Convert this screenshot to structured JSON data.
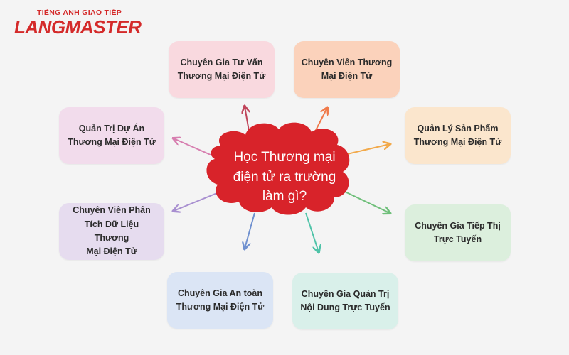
{
  "brand": {
    "tagline": "TIẾNG ANH GIAO TIẾP",
    "name": "LANGMASTER",
    "color": "#d42a2a"
  },
  "center": {
    "text": "Học Thương mại\nđiện tử ra trường\nlàm gì?",
    "color": "#d8232a"
  },
  "careers": [
    {
      "label": "Chuyên Gia Tư Vấn\nThương Mại Điện Tử",
      "color": "#f9d9df",
      "arrow_color": "#c0445a"
    },
    {
      "label": "Chuyên Viên Thương\nMại Điện Tử",
      "color": "#fbd2bb",
      "arrow_color": "#f07a4a"
    },
    {
      "label": "Quản Trị Dự Án\nThương Mại Điện Tử",
      "color": "#f2dcec",
      "arrow_color": "#d77fb0"
    },
    {
      "label": "Quản Lý Sản Phẩm\nThương Mại Điện Tử",
      "color": "#fbe6cd",
      "arrow_color": "#f2a94a"
    },
    {
      "label": "Chuyên Viên Phân\nTích Dữ Liệu Thương\nMại Điện Tử",
      "color": "#e6dcef",
      "arrow_color": "#a88fd0"
    },
    {
      "label": "Chuyên Gia Tiếp Thị\nTrực Tuyến",
      "color": "#dcefdd",
      "arrow_color": "#6fbf7a"
    },
    {
      "label": "Chuyên Gia An toàn\nThương Mại Điện Tử",
      "color": "#dbe5f5",
      "arrow_color": "#6f90cf"
    },
    {
      "label": "Chuyên Gia Quản Trị\nNội Dung Trực Tuyến",
      "color": "#d9f0ea",
      "arrow_color": "#4fc3a8"
    }
  ]
}
